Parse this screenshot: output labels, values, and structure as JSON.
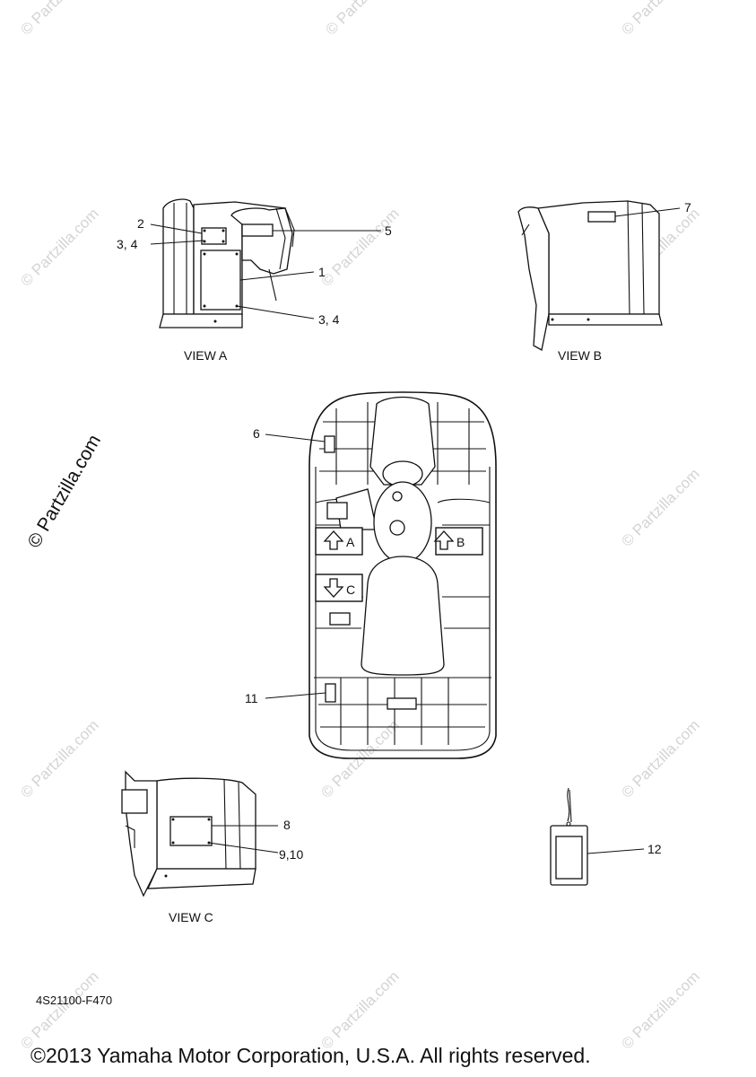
{
  "callouts": {
    "c1": "1",
    "c2": "2",
    "c3_4_a": "3, 4",
    "c3_4_b": "3, 4",
    "c5": "5",
    "c6": "6",
    "c7": "7",
    "c8": "8",
    "c9_10": "9,10",
    "c11": "11",
    "c12": "12"
  },
  "views": {
    "a": "VIEW A",
    "b": "VIEW B",
    "c": "VIEW C"
  },
  "arrows": {
    "a": "A",
    "b": "B",
    "c": "C"
  },
  "watermark": {
    "text": "© Partzilla.com",
    "text_large": "© Partzilla.com"
  },
  "footer": {
    "code": "4S21100-F470",
    "copyright": "©2013 Yamaha Motor Corporation, U.S.A. All rights reserved."
  }
}
